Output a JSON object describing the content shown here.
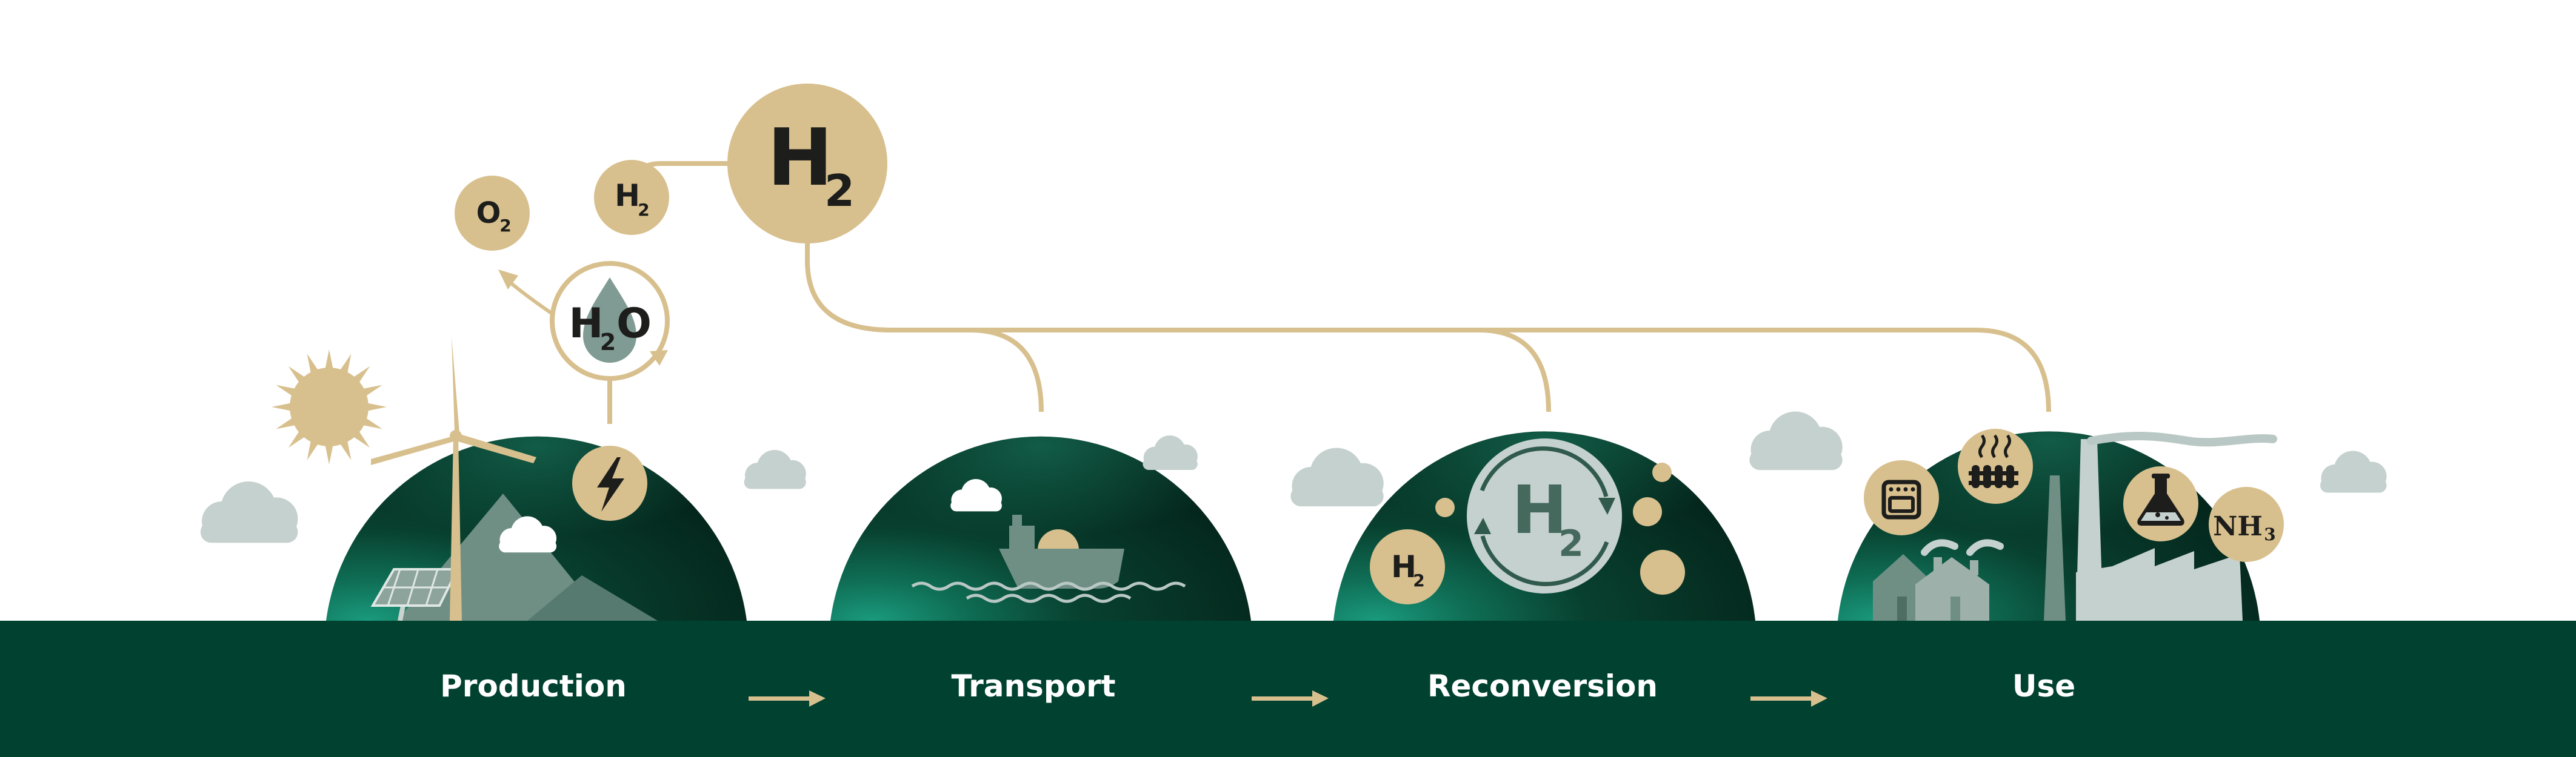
{
  "stages": [
    {
      "id": "production",
      "label": "Production"
    },
    {
      "id": "transport",
      "label": "Transport"
    },
    {
      "id": "reconversion",
      "label": "Reconversion"
    },
    {
      "id": "use",
      "label": "Use"
    }
  ],
  "molecules": {
    "hydrogen_big": {
      "base": "H",
      "sub": "2"
    },
    "hydrogen_small": {
      "base": "H",
      "sub": "2"
    },
    "oxygen": {
      "base": "O",
      "sub": "2"
    },
    "water": {
      "a": "H",
      "sub": "2",
      "b": "O"
    },
    "reconversion_h2": {
      "base": "H",
      "sub": "2"
    },
    "reconversion_small_h2": {
      "base": "H",
      "sub": "2"
    },
    "ammonia": {
      "base": "NH",
      "sub": "3"
    }
  },
  "icons": [
    "sun-icon",
    "wind-turbine-icon",
    "solar-panel-icon",
    "mountain-icon",
    "lightning-icon",
    "cloud-icon",
    "ship-icon",
    "waves-icon",
    "cycle-arrows-icon",
    "bubble-icon",
    "oven-icon",
    "radiator-icon",
    "flask-icon",
    "house-icon",
    "factory-icon",
    "chimney-icon",
    "arrow-right-icon"
  ],
  "colors": {
    "ground": "#00412f",
    "dome_dark": "#07291f",
    "dome_light": "#138a70",
    "beige": "#d8c08e",
    "cloud": "#c5d1ce",
    "text_dark": "#1d1d1b"
  }
}
